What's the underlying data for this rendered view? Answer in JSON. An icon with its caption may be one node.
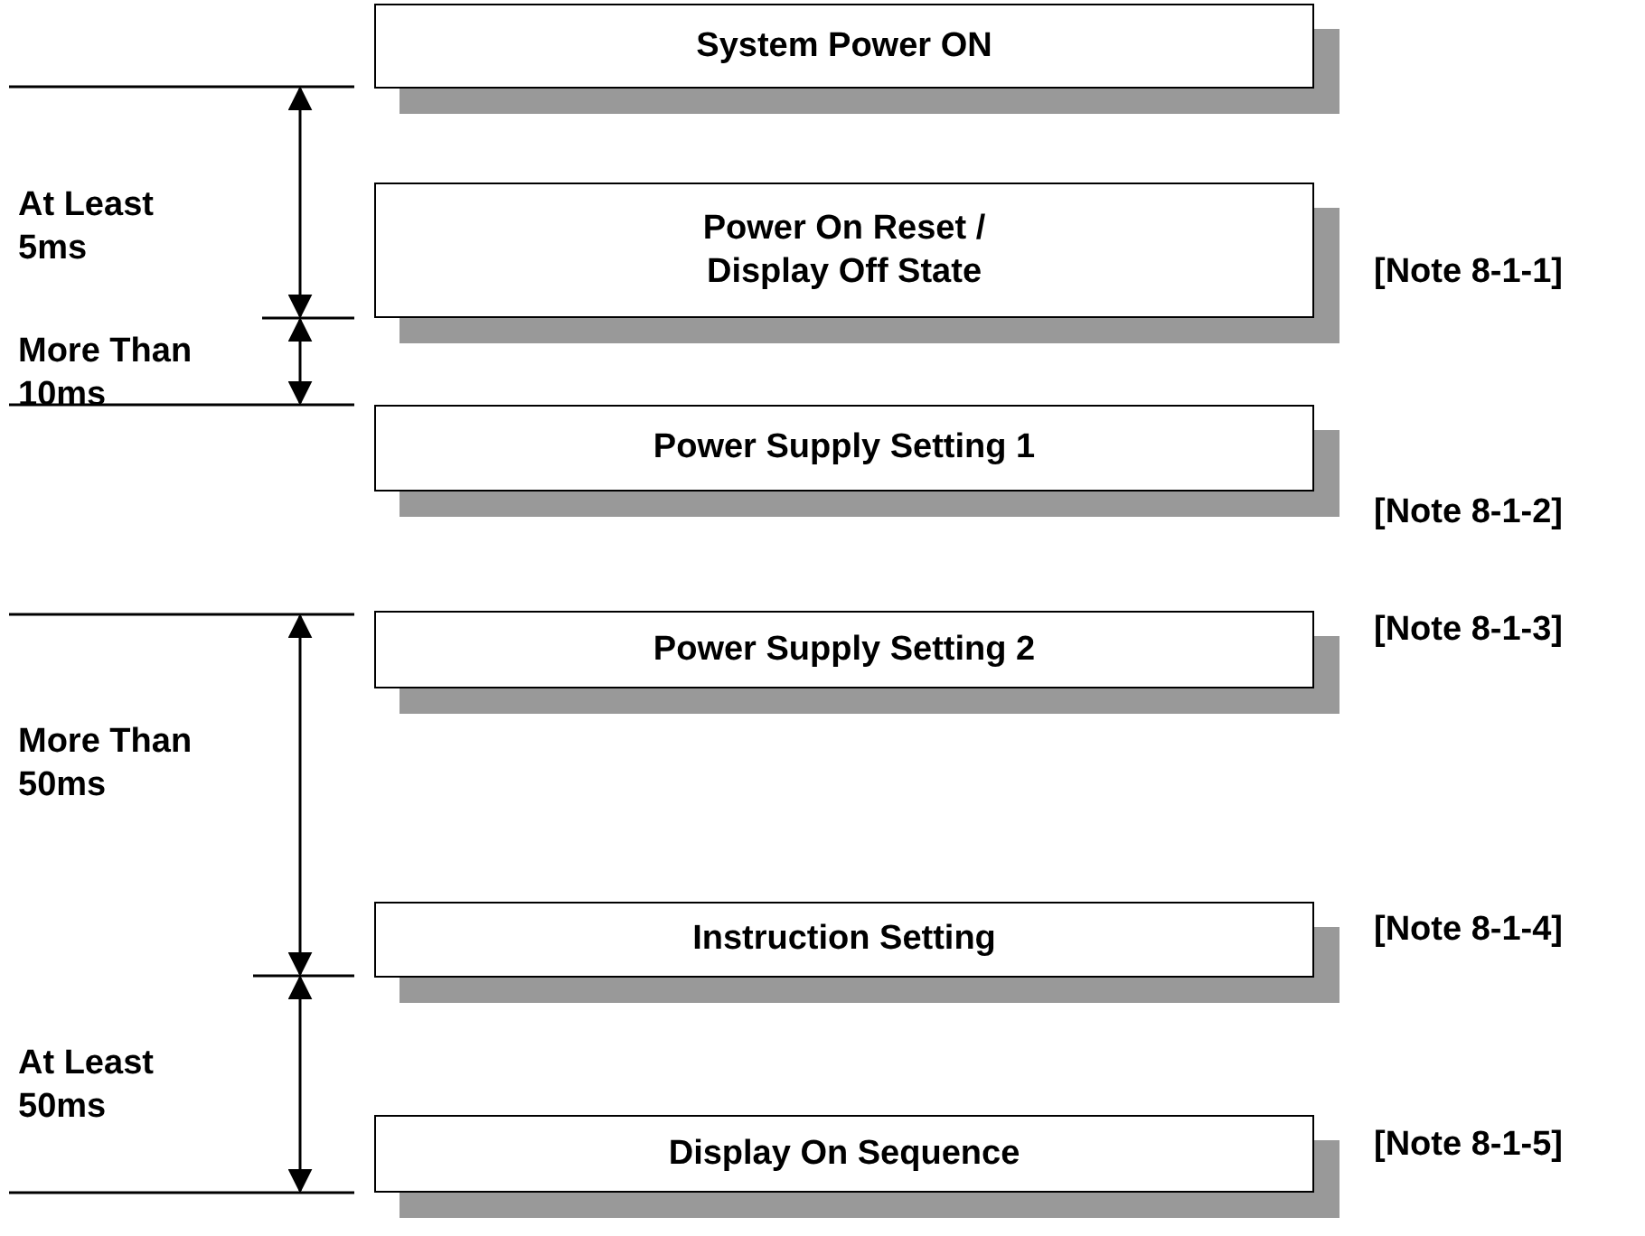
{
  "diagram": {
    "nodes": [
      {
        "text": [
          "System Power ON"
        ]
      },
      {
        "text": [
          "Power On Reset / Display Off State"
        ],
        "beside": [
          "[Note 8-1-1]"
        ]
      },
      {
        "text": [
          "Power Supply Setting 1"
        ],
        "beside": [
          "[Note 8-1-2]"
        ]
      },
      {
        "text": [
          "Power Supply Setting 2"
        ],
        "beside": [
          "[Note 8-1-3]"
        ]
      },
      {
        "text": [
          "Instruction Setting"
        ],
        "beside": [
          "[Note 8-1-4]"
        ]
      },
      {
        "text": [
          "Display On Sequence"
        ],
        "beside": [
          "[Note 8-1-5]"
        ]
      }
    ],
    "labels": [
      "At Least 5ms",
      "More Than 10ms",
      "More Than 50ms",
      "At Least 50ms"
    ]
  }
}
